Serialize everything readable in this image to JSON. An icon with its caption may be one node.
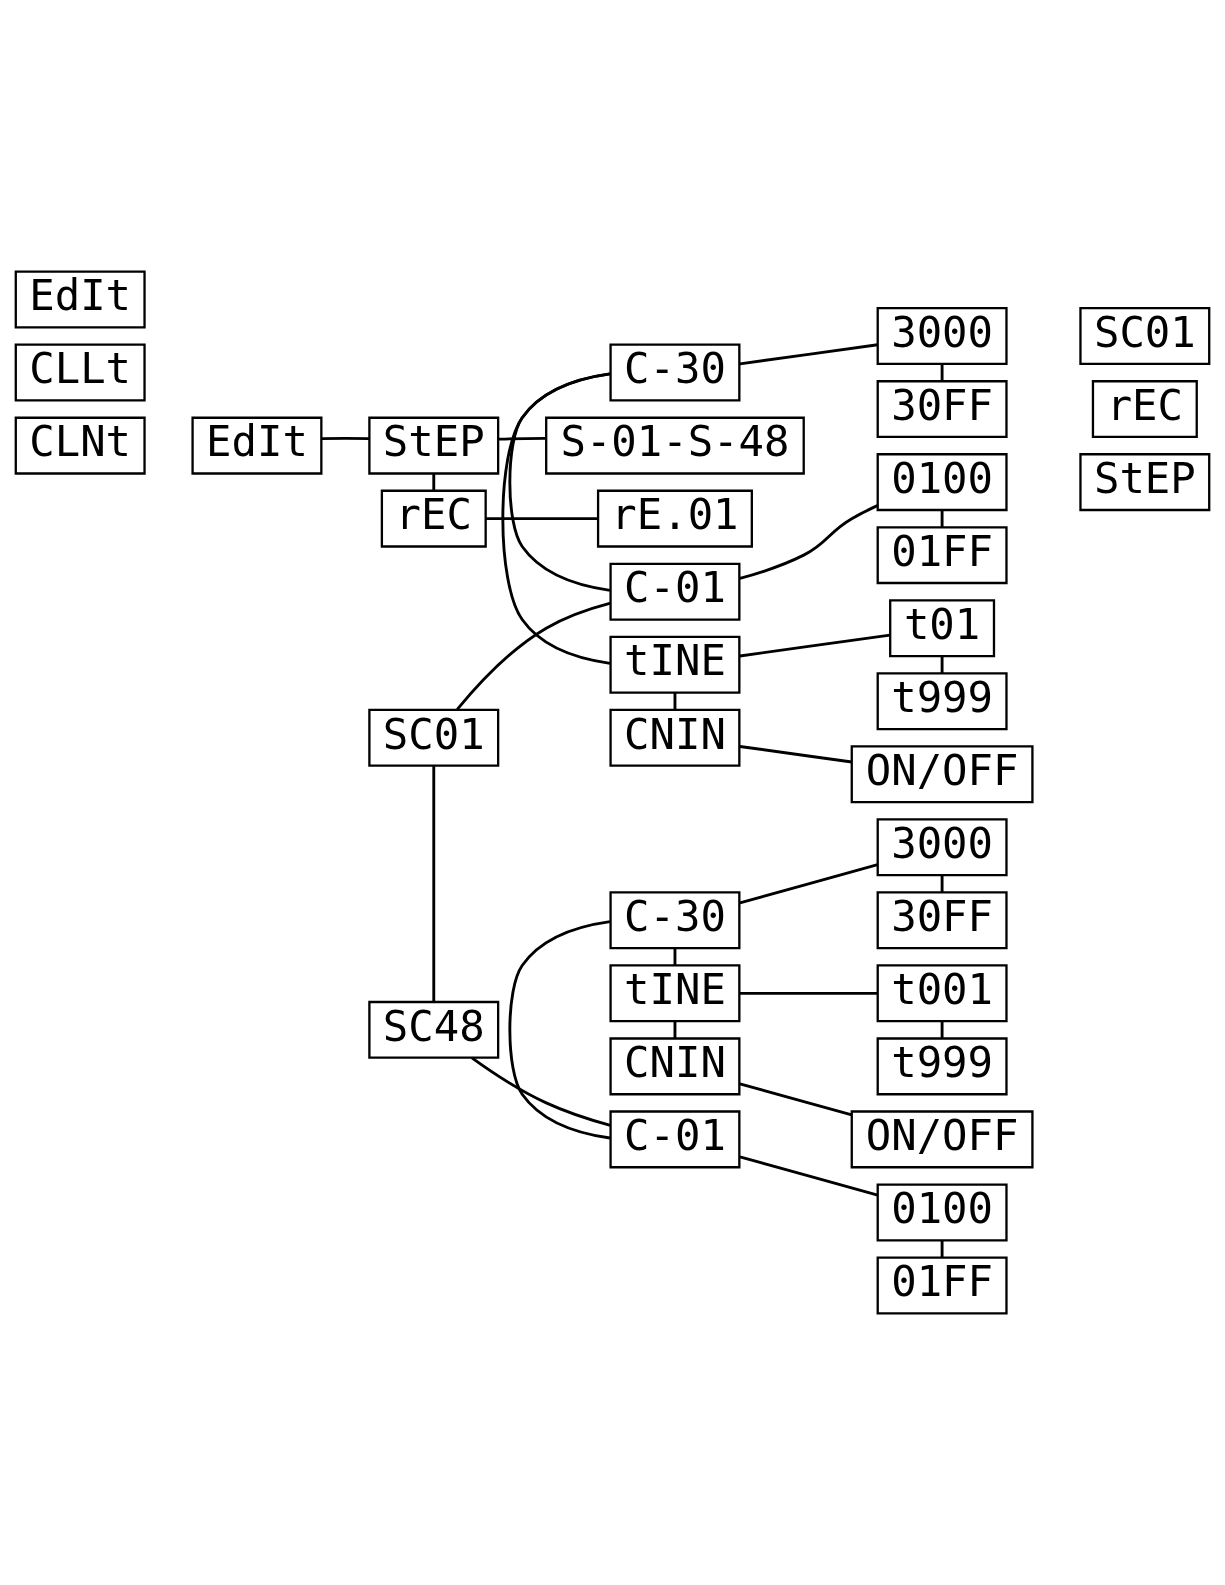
{
  "diagram": {
    "nodes": [
      {
        "text": [
          "CLNt"
        ]
      },
      {
        "text": [
          "CLLt"
        ]
      },
      {
        "text": [
          "EdIt"
        ]
      },
      {
        "text": [
          "EdIt"
        ]
      },
      {
        "text": [
          "StEP"
        ]
      },
      {
        "text": [
          "S-01-S-48"
        ]
      },
      {
        "text": [
          "rEC"
        ]
      },
      {
        "text": [
          "rE.01"
        ]
      },
      {
        "text": [
          "SC01"
        ]
      },
      {
        "text": [
          "C-01"
        ]
      },
      {
        "text": [
          "0100"
        ]
      },
      {
        "text": [
          "StEP"
        ]
      },
      {
        "text": [
          "01FF"
        ]
      },
      {
        "text": [
          "C-30"
        ]
      },
      {
        "text": [
          "3000"
        ]
      },
      {
        "text": [
          "30FF"
        ]
      },
      {
        "text": [
          "tINE"
        ]
      },
      {
        "text": [
          "t01"
        ]
      },
      {
        "text": [
          "t999"
        ]
      },
      {
        "text": [
          "CNIN"
        ]
      },
      {
        "text": [
          "ON/OFF"
        ]
      },
      {
        "text": [
          "SC48"
        ]
      },
      {
        "text": [
          "C-01"
        ]
      },
      {
        "text": [
          "0100"
        ]
      },
      {
        "text": [
          "rEC"
        ]
      },
      {
        "text": [
          "01FF"
        ]
      },
      {
        "text": [
          "C-30"
        ]
      },
      {
        "text": [
          "3000"
        ]
      },
      {
        "text": [
          "30FF"
        ]
      },
      {
        "text": [
          "tINE"
        ]
      },
      {
        "text": [
          "t001"
        ]
      },
      {
        "text": [
          "t999"
        ]
      },
      {
        "text": [
          "CNIN"
        ]
      },
      {
        "text": [
          "ON/OFF"
        ]
      },
      {
        "text": [
          "SC01"
        ]
      }
    ],
    "edges": [
      {
        "from": 3,
        "to": 4,
        "arrow": "none"
      },
      {
        "from": 4,
        "to": 5,
        "arrow": "none"
      },
      {
        "from": 4,
        "to": 6,
        "arrow": "none"
      },
      {
        "from": 6,
        "to": 7,
        "arrow": "none"
      },
      {
        "from": 8,
        "to": 9,
        "arrow": "none"
      },
      {
        "from": 9,
        "to": 10,
        "arrow": "none"
      },
      {
        "from": 10,
        "to": 12,
        "arrow": "none"
      },
      {
        "from": 9,
        "to": 13,
        "arrow": "none"
      },
      {
        "from": 13,
        "to": 14,
        "arrow": "none"
      },
      {
        "from": 14,
        "to": 15,
        "arrow": "none"
      },
      {
        "from": 13,
        "to": 16,
        "arrow": "none"
      },
      {
        "from": 16,
        "to": 17,
        "arrow": "none"
      },
      {
        "from": 17,
        "to": 18,
        "arrow": "none"
      },
      {
        "from": 16,
        "to": 19,
        "arrow": "none"
      },
      {
        "from": 19,
        "to": 20,
        "arrow": "none"
      },
      {
        "from": 8,
        "to": 21,
        "arrow": "none"
      },
      {
        "from": 21,
        "to": 22,
        "arrow": "none"
      },
      {
        "from": 22,
        "to": 23,
        "arrow": "none"
      },
      {
        "from": 23,
        "to": 25,
        "arrow": "none"
      },
      {
        "from": 22,
        "to": 26,
        "arrow": "none"
      },
      {
        "from": 26,
        "to": 27,
        "arrow": "none"
      },
      {
        "from": 27,
        "to": 28,
        "arrow": "none"
      },
      {
        "from": 26,
        "to": 29,
        "arrow": "none"
      },
      {
        "from": 29,
        "to": 30,
        "arrow": "none"
      },
      {
        "from": 30,
        "to": 31,
        "arrow": "none"
      },
      {
        "from": 29,
        "to": 32,
        "arrow": "none"
      },
      {
        "from": 32,
        "to": 33,
        "arrow": "none"
      }
    ]
  }
}
